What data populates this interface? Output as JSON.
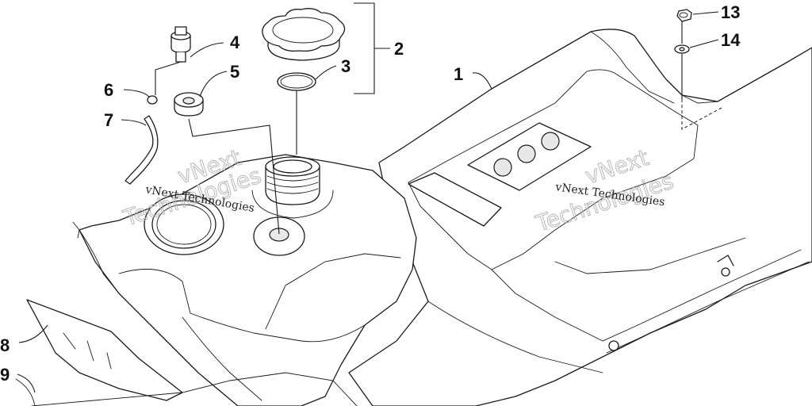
{
  "diagram": {
    "callouts": [
      {
        "id": "c1",
        "label": "1"
      },
      {
        "id": "c2",
        "label": "2"
      },
      {
        "id": "c3",
        "label": "3"
      },
      {
        "id": "c4",
        "label": "4"
      },
      {
        "id": "c5",
        "label": "5"
      },
      {
        "id": "c6",
        "label": "6"
      },
      {
        "id": "c7",
        "label": "7"
      },
      {
        "id": "c8",
        "label": "8"
      },
      {
        "id": "c9",
        "label": "9"
      },
      {
        "id": "c13",
        "label": "13"
      },
      {
        "id": "c14",
        "label": "14"
      }
    ],
    "watermarks": {
      "small_1": "vNext Technologies",
      "small_2": "vNext Technologies",
      "big_1a": "vNext",
      "big_1b": "Technologies",
      "big_2a": "vNext",
      "big_2b": "Technologies"
    }
  }
}
